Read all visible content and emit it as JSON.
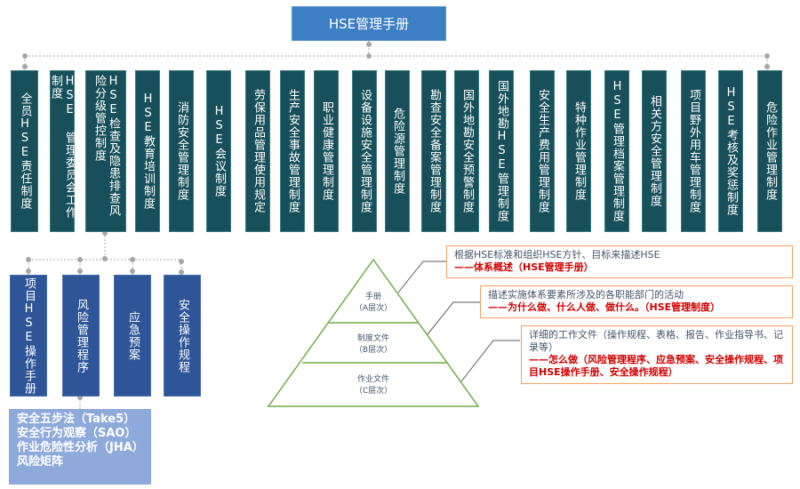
{
  "root": {
    "label": "HSE管理手册"
  },
  "level1": [
    {
      "label": "全员HSE责任制度"
    },
    {
      "label": "HSE 管理委员会工作制度"
    },
    {
      "label": "HSE检查及隐患排查风险分级管控制度"
    },
    {
      "label": "HSE教育培训制度"
    },
    {
      "label": "消防安全管理制度"
    },
    {
      "label": "HSE会议制度"
    },
    {
      "label": "劳保用品管理使用规定"
    },
    {
      "label": "生产安全事故管理制度"
    },
    {
      "label": "职业健康管理制度"
    },
    {
      "label": "设备设施安全管理制度"
    },
    {
      "label": "危险源管理制度"
    },
    {
      "label": "勘查安全备案管理制度"
    },
    {
      "label": "国外地勘安全预警制度"
    },
    {
      "label": "国外地勘HSE管理制度"
    },
    {
      "label": "安全生产费用管理制度"
    },
    {
      "label": "特种作业管理制度"
    },
    {
      "label": "HSE管理档案管理制度"
    },
    {
      "label": "相关方安全管理制度"
    },
    {
      "label": "项目野外用车管理制度"
    },
    {
      "label": "HSE考核及奖惩制度"
    },
    {
      "label": "危险作业管理制度"
    }
  ],
  "level2": [
    {
      "label": "项目HSE操作手册"
    },
    {
      "label": "风险管理程序"
    },
    {
      "label": "应急预案"
    },
    {
      "label": "安全操作规程"
    }
  ],
  "tools": [
    "安全五步法（Take5）",
    "安全行为观察（SAO）",
    "作业危险性分析（JHA）",
    "风险矩阵"
  ],
  "pyramid": {
    "tiers": [
      {
        "name": "手册",
        "level": "（A层次）"
      },
      {
        "name": "制度文件",
        "level": "（B层次）"
      },
      {
        "name": "作业文件",
        "level": "（C层次）"
      }
    ]
  },
  "callouts": [
    {
      "desc": "根据HSE标准和组织HSE方针、目标来描述HSE",
      "emph": "——体系概述（HSE管理手册）"
    },
    {
      "desc": "描述实施体系要素所涉及的各职能部门的活动",
      "emph": "——为什么做、什么人做、做什么。（HSE管理制度）"
    },
    {
      "desc": "详细的工作文件（操作规程、表格、报告、作业指导书、记录等）",
      "emph": "——怎么做（风险管理程序、应急预案、安全操作规程、项目HSE操作手册、安全操作规程）"
    }
  ],
  "colors": {
    "root": "#3d7fc4",
    "level1": "#17505a",
    "level2": "#2e5597",
    "tools": "#8eaadb",
    "callout_border": "#f4a261",
    "emphasis": "#d00000",
    "pyramid_stroke": "#70ad47"
  }
}
